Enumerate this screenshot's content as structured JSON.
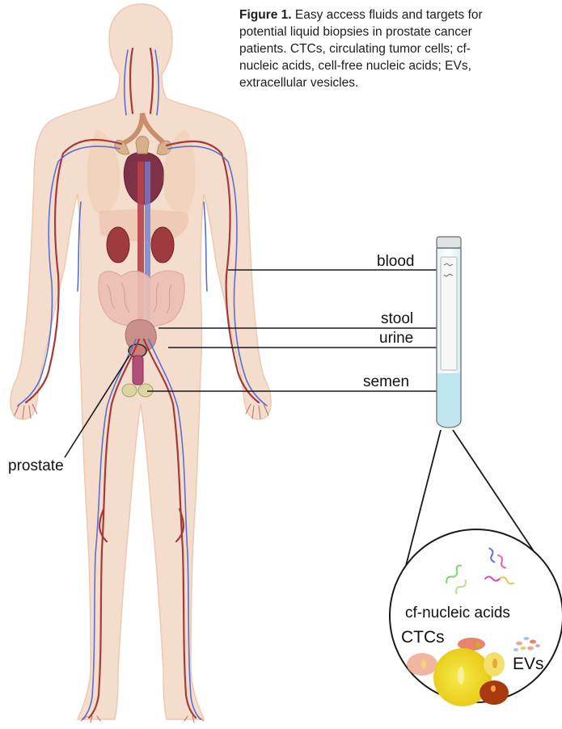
{
  "caption": {
    "label": "Figure 1.",
    "line1": "Easy access fluids and targets for",
    "line2": "potential liquid biopsies in prostate cancer",
    "line3": "patients. CTCs, circulating tumor cells; cf-",
    "line4": "nucleic acids, cell-free nucleic acids; EVs,",
    "line5": "extracellular vesicles."
  },
  "fluids": {
    "blood": "blood",
    "stool": "stool",
    "urine": "urine",
    "semen": "semen"
  },
  "organ_label": "prostate",
  "targets": {
    "nucleic_acids": "cf-nucleic acids",
    "ctcs": "CTCs",
    "evs": "EVs"
  },
  "colors": {
    "artery": "#a63a3a",
    "vein": "#5a6fd0",
    "body": "#f3d9c6",
    "tube": "#cde9ef"
  }
}
